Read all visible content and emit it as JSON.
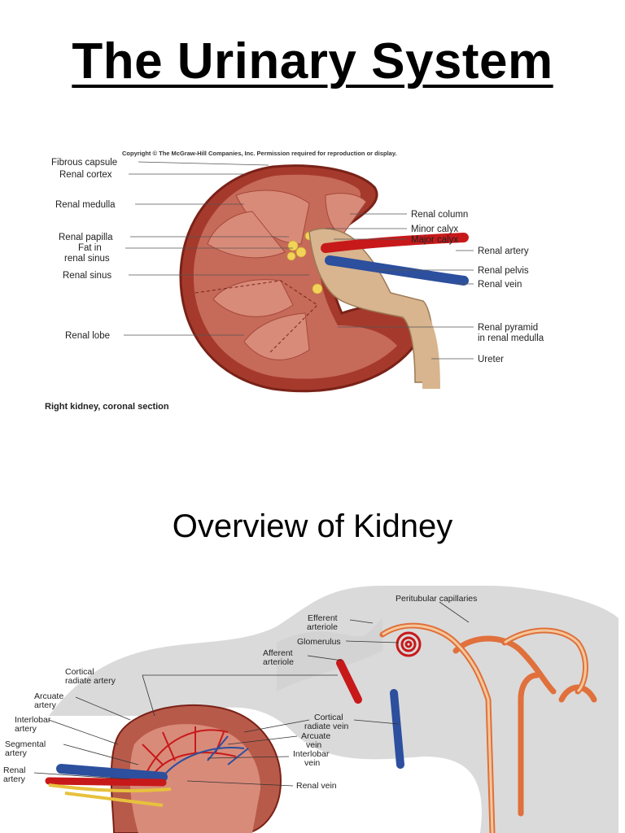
{
  "title": "The Urinary System",
  "subtitle": "Overview of Kidney",
  "figure1": {
    "copyright": "Copyright © The McGraw-Hill Companies, Inc. Permission required for reproduction or display.",
    "caption": "Right kidney, coronal section",
    "left_labels": [
      "Fibrous capsule",
      "Renal cortex",
      "Renal medulla",
      "Renal papilla",
      "Fat in",
      "renal sinus",
      "Renal sinus",
      "Renal lobe"
    ],
    "right_labels": [
      "Renal column",
      "Minor calyx",
      "Major calyx",
      "Renal artery",
      "Renal pelvis",
      "Renal vein",
      "Renal pyramid",
      "in renal medulla",
      "Ureter"
    ]
  },
  "figure2": {
    "labels": {
      "peritubular": "Peritubular capillaries",
      "efferent1": "Efferent",
      "efferent2": "arteriole",
      "glomerulus": "Glomerulus",
      "afferent1": "Afferent",
      "afferent2": "arteriole",
      "cortical_artery1": "Cortical",
      "cortical_artery2": "radiate artery",
      "arcuate_artery1": "Arcuate",
      "arcuate_artery2": "artery",
      "interlobar_artery1": "Interlobar",
      "interlobar_artery2": "artery",
      "segmental1": "Segmental",
      "segmental2": "artery",
      "renal_artery1": "Renal",
      "renal_artery2": "artery",
      "cortical_vein1": "Cortical",
      "cortical_vein2": "radiate vein",
      "arcuate_vein1": "Arcuate",
      "arcuate_vein2": "vein",
      "interlobar_vein1": "Interlobar",
      "interlobar_vein2": "vein",
      "renal_vein": "Renal vein"
    }
  }
}
